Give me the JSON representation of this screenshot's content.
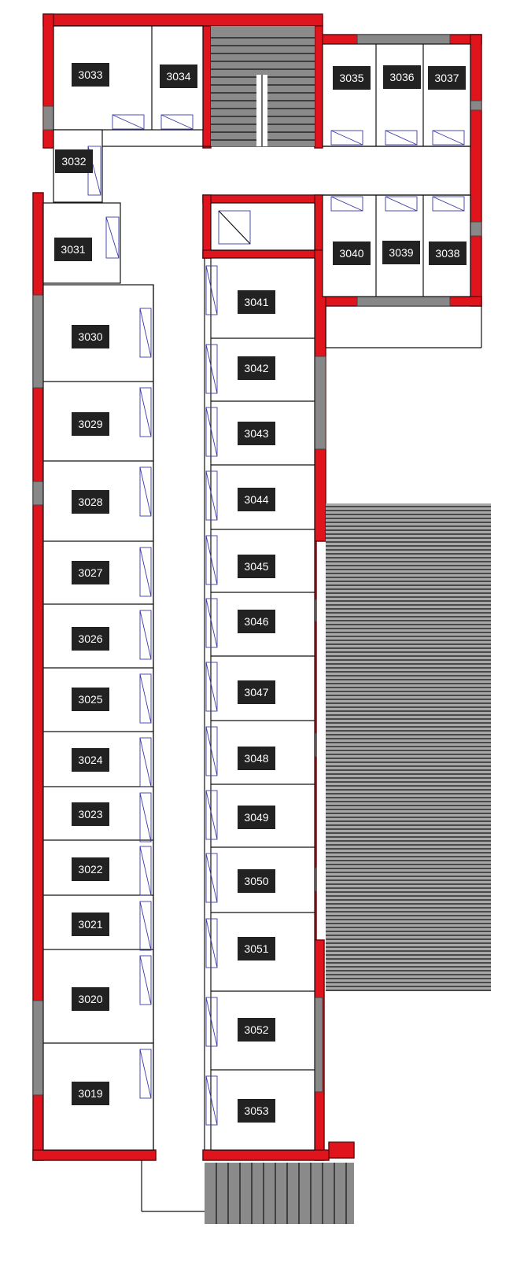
{
  "colors": {
    "wall": "#e0141c",
    "glazing": "#888888",
    "stair": "#8a8a8a",
    "deck": "#a8a8a8",
    "label_bg": "#222222",
    "label_text": "#ffffff",
    "door": "#3a3aa8"
  },
  "rooms": [
    {
      "id": "3019"
    },
    {
      "id": "3020"
    },
    {
      "id": "3021"
    },
    {
      "id": "3022"
    },
    {
      "id": "3023"
    },
    {
      "id": "3024"
    },
    {
      "id": "3025"
    },
    {
      "id": "3026"
    },
    {
      "id": "3027"
    },
    {
      "id": "3028"
    },
    {
      "id": "3029"
    },
    {
      "id": "3030"
    },
    {
      "id": "3031"
    },
    {
      "id": "3032"
    },
    {
      "id": "3033"
    },
    {
      "id": "3034"
    },
    {
      "id": "3035"
    },
    {
      "id": "3036"
    },
    {
      "id": "3037"
    },
    {
      "id": "3038"
    },
    {
      "id": "3039"
    },
    {
      "id": "3040"
    },
    {
      "id": "3041"
    },
    {
      "id": "3042"
    },
    {
      "id": "3043"
    },
    {
      "id": "3044"
    },
    {
      "id": "3045"
    },
    {
      "id": "3046"
    },
    {
      "id": "3047"
    },
    {
      "id": "3048"
    },
    {
      "id": "3049"
    },
    {
      "id": "3050"
    },
    {
      "id": "3051"
    },
    {
      "id": "3052"
    },
    {
      "id": "3053"
    }
  ]
}
